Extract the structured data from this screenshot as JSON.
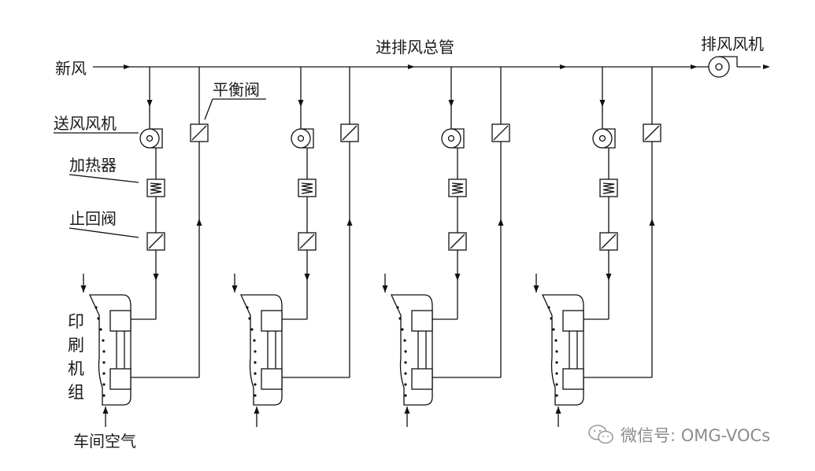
{
  "labels": {
    "main_duct": "进排风总管",
    "exhaust_fan": "排风风机",
    "fresh_air": "新风",
    "supply_fan": "送风风机",
    "balance_valve": "平衡阀",
    "heater": "加热器",
    "check_valve": "止回阀",
    "printing_unit": "印刷机组",
    "workshop_air": "车间空气"
  },
  "watermark": {
    "text": "微信号: OMG-VOCs",
    "icon": "wechat-icon"
  },
  "units_count": 4
}
